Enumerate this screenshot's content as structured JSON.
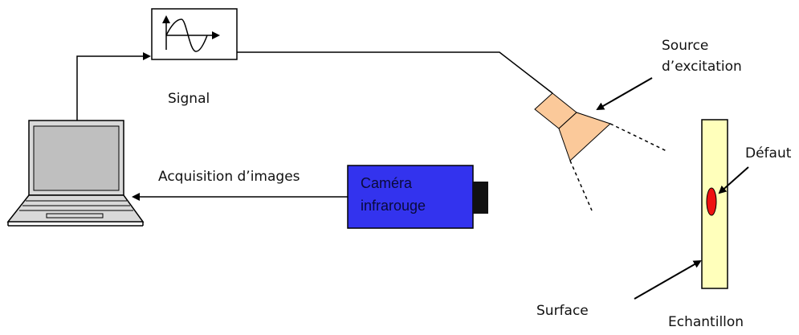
{
  "labels": {
    "signal": "Signal",
    "source_line1": "Source",
    "source_line2": "d’excitation",
    "acquisition": "Acquisition d’images",
    "camera_line1": "Caméra",
    "camera_line2": "infrarouge",
    "defaut": "Défaut",
    "surface": "Surface",
    "echantillon": "Echantillon"
  },
  "colors": {
    "camera_fill": "#3333ee",
    "camera_lens": "#111111",
    "source_fill": "#fbc99a",
    "sample_fill": "#ffffbb",
    "defect_fill": "#ee1111",
    "line": "#000000"
  },
  "icons": [
    "laptop-icon",
    "sine-wave-icon"
  ]
}
